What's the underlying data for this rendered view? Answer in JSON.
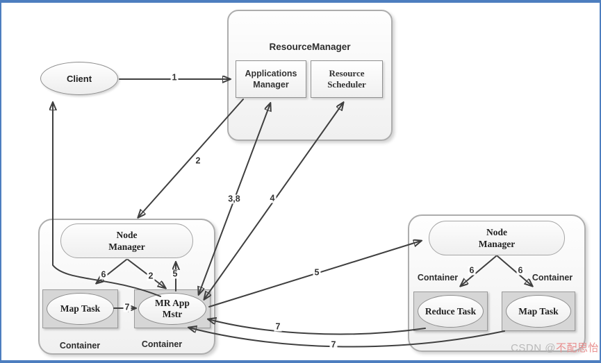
{
  "colors": {
    "frame": "#4d7ebf",
    "line": "#3f3f3f",
    "container_fill": "#d6d6d6",
    "watermark_prefix_color": "#b8b8b8",
    "watermark_name_color": "#e88f8f"
  },
  "resource_manager": {
    "title": "ResourceManager",
    "applications_manager_line1": "Applications",
    "applications_manager_line2": "Manager",
    "resource_scheduler_line1": "Resource",
    "resource_scheduler_line2": "Scheduler"
  },
  "client": {
    "label": "Client"
  },
  "left_node": {
    "node_manager_line1": "Node",
    "node_manager_line2": "Manager",
    "map_task": "Map Task",
    "mr_app_line1": "MR App",
    "mr_app_line2": "Mstr",
    "container_left": "Container",
    "container_right": "Container"
  },
  "right_node": {
    "node_manager_line1": "Node",
    "node_manager_line2": "Manager",
    "reduce_task": "Reduce Task",
    "map_task": "Map Task",
    "container_left": "Container",
    "container_right": "Container"
  },
  "arrow_labels": {
    "step1": "1",
    "step2_rm_to_nm": "2",
    "step2_launch": "2",
    "step3_8": "3,8",
    "step4": "4",
    "step5_up": "5",
    "step5_right": "5",
    "step6_left": "6",
    "step6_right_a": "6",
    "step6_right_b": "6",
    "step7_map_to_mrapp": "7",
    "step7_reduce_return": "7",
    "step7_map_return": "7"
  },
  "watermark": {
    "prefix": "CSDN @",
    "name": "不配思怡"
  }
}
